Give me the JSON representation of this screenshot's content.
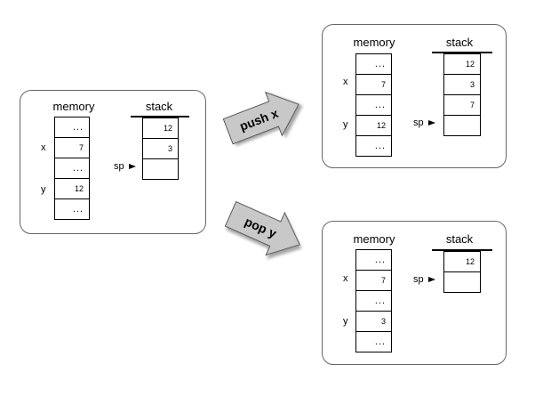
{
  "panels": {
    "initial": {
      "memory_title": "memory",
      "stack_title": "stack",
      "memory": [
        "...",
        "7",
        "...",
        "12",
        "..."
      ],
      "memory_labels": [
        "",
        "x",
        "",
        "y",
        ""
      ],
      "stack": [
        "12",
        "3",
        ""
      ],
      "sp_label": "sp"
    },
    "after_push": {
      "memory_title": "memory",
      "stack_title": "stack",
      "memory": [
        "...",
        "7",
        "...",
        "12",
        "..."
      ],
      "memory_labels": [
        "",
        "x",
        "",
        "y",
        ""
      ],
      "stack": [
        "12",
        "3",
        "7",
        ""
      ],
      "sp_label": "sp"
    },
    "after_pop": {
      "memory_title": "memory",
      "stack_title": "stack",
      "memory": [
        "...",
        "7",
        "...",
        "3",
        "..."
      ],
      "memory_labels": [
        "",
        "x",
        "",
        "y",
        ""
      ],
      "stack": [
        "12",
        ""
      ],
      "sp_label": "sp"
    }
  },
  "arrows": {
    "push": "push x",
    "pop": "pop y"
  },
  "colors": {
    "arrow_fill": "#c8c8c8",
    "panel_border": "#666666"
  }
}
